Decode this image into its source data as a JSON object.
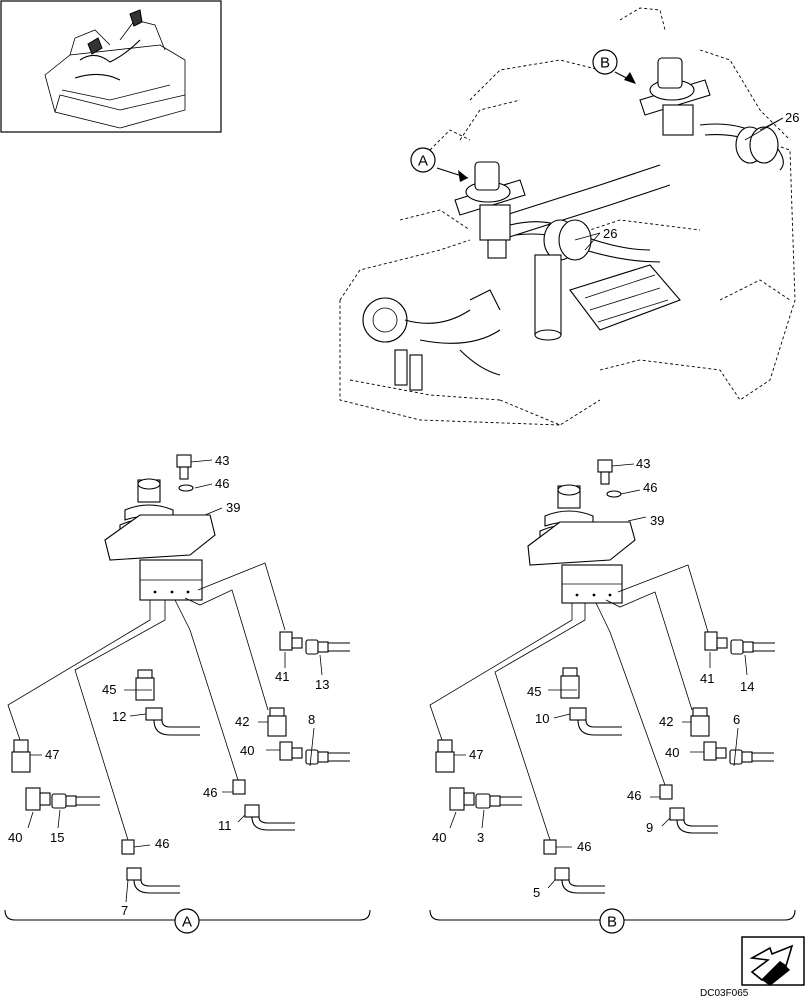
{
  "inset": {
    "caption": ""
  },
  "overview": {
    "view_a_label": "A",
    "view_b_label": "B",
    "callout_26_upper": "26",
    "callout_26_lower": "26"
  },
  "view_a": {
    "section_label": "A",
    "callouts": {
      "p43": "43",
      "p46_top": "46",
      "p39": "39",
      "p45": "45",
      "p12": "12",
      "p47": "47",
      "p40_left": "40",
      "p15": "15",
      "p41": "41",
      "p13": "13",
      "p42": "42",
      "p8": "8",
      "p40_right": "40",
      "p46_mid": "46",
      "p11": "11",
      "p46_low": "46",
      "p7": "7"
    }
  },
  "view_b": {
    "section_label": "B",
    "callouts": {
      "p43": "43",
      "p46_top": "46",
      "p39": "39",
      "p45": "45",
      "p10": "10",
      "p47": "47",
      "p40_left": "40",
      "p3": "3",
      "p41": "41",
      "p14": "14",
      "p42": "42",
      "p6": "6",
      "p40_right": "40",
      "p46_mid": "46",
      "p9": "9",
      "p46_low": "46",
      "p5": "5"
    }
  },
  "drawing_code": "DC03F065",
  "nav_icon": "next-page-arrow-icon"
}
